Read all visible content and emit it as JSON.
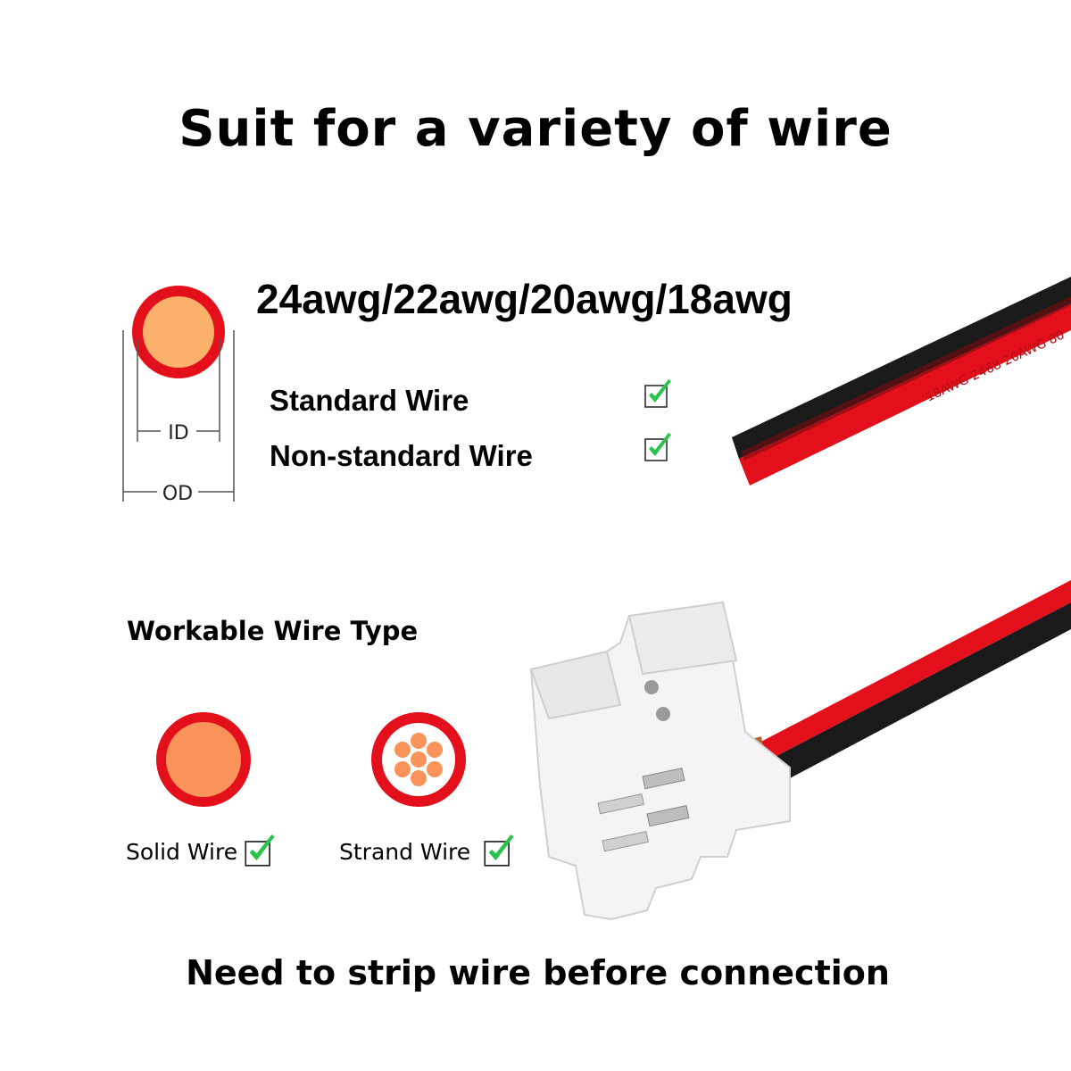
{
  "title": "Suit for a variety of wire",
  "gauges": "24awg/22awg/20awg/18awg",
  "diagram": {
    "id_label": "ID",
    "od_label": "OD"
  },
  "wire_rows": [
    {
      "label": "Standard Wire",
      "checked": true
    },
    {
      "label": "Non-standard Wire",
      "checked": true
    }
  ],
  "section_title": "Workable Wire Type",
  "wire_types": [
    {
      "label": "Solid Wire",
      "checked": true
    },
    {
      "label": "Strand Wire",
      "checked": true
    }
  ],
  "cable_print": "18AWG 2468 20AWG 80",
  "footer": "Need to strip wire before connection",
  "colors": {
    "insulation": "#e3101b",
    "conductor": "#f9b16c",
    "check": "#29c24a",
    "cable_black": "#1a1a1a"
  }
}
